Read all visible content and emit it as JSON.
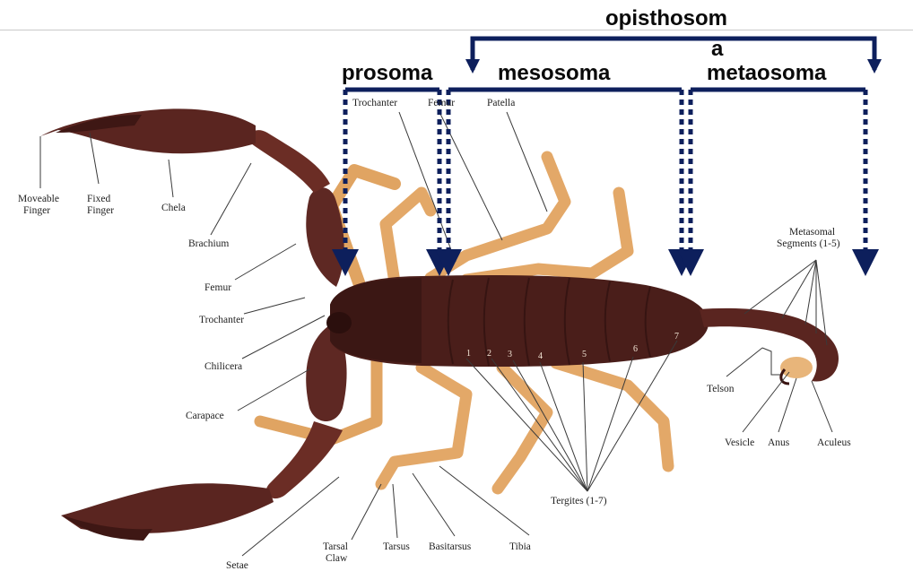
{
  "colors": {
    "bracket": "#0d1f5c",
    "body_dark": "#4a1e1a",
    "body_mid": "#6b2d25",
    "leg": "#e3a868",
    "leg_dark": "#c9874a",
    "leader": "#3a3a3a"
  },
  "regions": {
    "opisthosoma_line1": "opisthosom",
    "opisthosoma_line2": "a",
    "prosoma": "prosoma",
    "mesosoma": "mesosoma",
    "metasoma": "metaosoma"
  },
  "labels": {
    "moveable_finger_1": "Moveable",
    "moveable_finger_2": "Finger",
    "fixed_finger_1": "Fixed",
    "fixed_finger_2": "Finger",
    "chela": "Chela",
    "brachium": "Brachium",
    "femur_left": "Femur",
    "trochanter_left": "Trochanter",
    "chilicera": "Chilicera",
    "carapace": "Carapace",
    "setae": "Setae",
    "tarsal_claw_1": "Tarsal",
    "tarsal_claw_2": "Claw",
    "tarsus": "Tarsus",
    "basitarsus": "Basitarsus",
    "tibia": "Tibia",
    "tergites": "Tergites (1-7)",
    "trochanter_top": "Trochanter",
    "femur_top": "Femur",
    "patella": "Patella",
    "metasomal_1": "Metasomal",
    "metasomal_2": "Segments (1-5)",
    "telson": "Telson",
    "vesicle": "Vesicle",
    "anus": "Anus",
    "aculeus": "Aculeus"
  },
  "tergite_numbers": [
    "1",
    "2",
    "3",
    "4",
    "5",
    "6",
    "7"
  ]
}
